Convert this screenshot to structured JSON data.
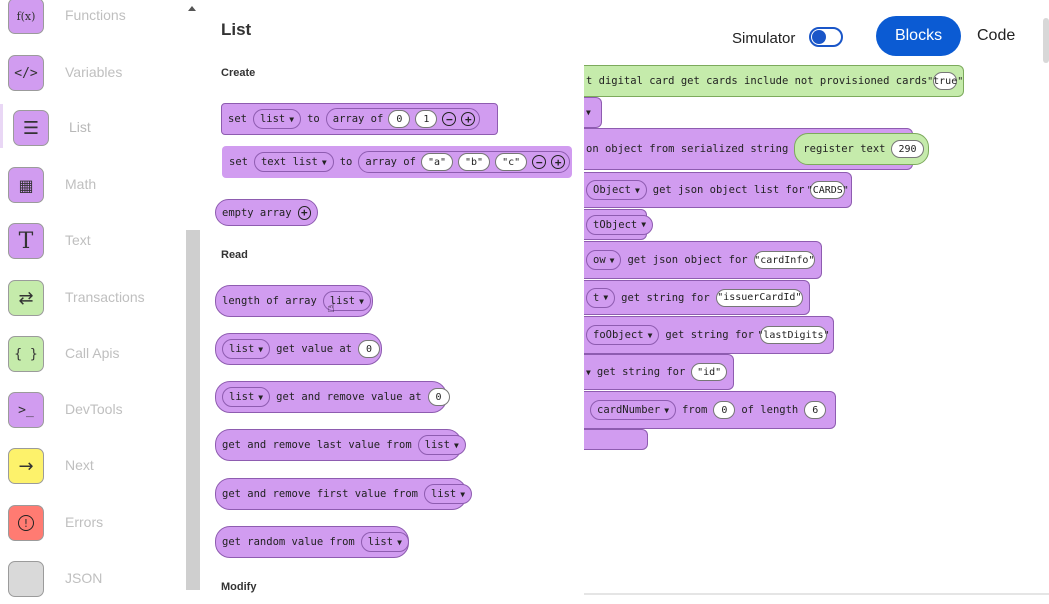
{
  "sidebar": {
    "categories": [
      {
        "label": "Functions",
        "icon": "f(x)"
      },
      {
        "label": "Variables",
        "icon": "</>"
      },
      {
        "label": "List",
        "icon": "☰"
      },
      {
        "label": "Math",
        "icon": "▦"
      },
      {
        "label": "Text",
        "icon": "T"
      },
      {
        "label": "Transactions",
        "icon": "⇄"
      },
      {
        "label": "Call Apis",
        "icon": "{ }"
      },
      {
        "label": "DevTools",
        "icon": ">_"
      },
      {
        "label": "Next",
        "icon": "→"
      },
      {
        "label": "Errors",
        "icon": "!"
      },
      {
        "label": "JSON",
        "icon": ""
      }
    ],
    "icon_colors": {
      "Functions": "#d19cf0",
      "Variables": "#d19cf0",
      "List": "#d19cf0",
      "Math": "#d19cf0",
      "Text": "#d19cf0",
      "Transactions": "#c5ebab",
      "Call Apis": "#c5ebab",
      "DevTools": "#d19cf0",
      "Next": "#fdf26b",
      "Errors": "#ff7b72",
      "JSON": "#d9d9d9"
    }
  },
  "flyout": {
    "title": "List",
    "sections": {
      "create": "Create",
      "read": "Read",
      "modify": "Modify"
    },
    "blocks": {
      "set_list": {
        "set": "set",
        "var": "list",
        "to": "to",
        "array_of": "array of",
        "v1": "0",
        "v2": "1"
      },
      "set_text_list": {
        "set": "set",
        "var": "text list",
        "to": "to",
        "array_of": "array of",
        "v1": "\"a\"",
        "v2": "\"b\"",
        "v3": "\"c\""
      },
      "empty_array": "empty array",
      "length_of_array": {
        "label": "length of array",
        "var": "list"
      },
      "get_value_at": {
        "var": "list",
        "label": "get value at",
        "index": "0"
      },
      "get_remove_value_at": {
        "var": "list",
        "label": "get and remove value at",
        "index": "0"
      },
      "get_remove_last": {
        "label": "get and remove last value from",
        "var": "list"
      },
      "get_remove_first": {
        "label": "get and remove first value from",
        "var": "list"
      },
      "get_random": {
        "label": "get random value from",
        "var": "list"
      }
    }
  },
  "topbar": {
    "simulator_label": "Simulator",
    "simulator_on": false,
    "blocks_label": "Blocks",
    "code_label": "Code",
    "accent": "#0b5bd3"
  },
  "workspace": {
    "row1": {
      "text": "t digital card get cards include not provisioned cards",
      "value": "\"true\""
    },
    "row3": {
      "text": "on object from serialized string",
      "inner": "register text",
      "value": "290"
    },
    "row4": {
      "var": "Object",
      "text": "get json object list for",
      "value": "\"CARDS\""
    },
    "row5": {
      "var": "tObject"
    },
    "row6": {
      "var": "ow",
      "text": "get json object for",
      "value": "\"cardInfo\""
    },
    "row7": {
      "var": "t",
      "text": "get string for",
      "value": "\"issuerCardId\""
    },
    "row8": {
      "var": "foObject",
      "text": "get string for",
      "value": "\"lastDigits\""
    },
    "row9": {
      "text": "get string for",
      "value": "\"id\""
    },
    "row10": {
      "var": "cardNumber",
      "from": "from",
      "from_value": "0",
      "of_length": "of length",
      "length_value": "6"
    }
  }
}
